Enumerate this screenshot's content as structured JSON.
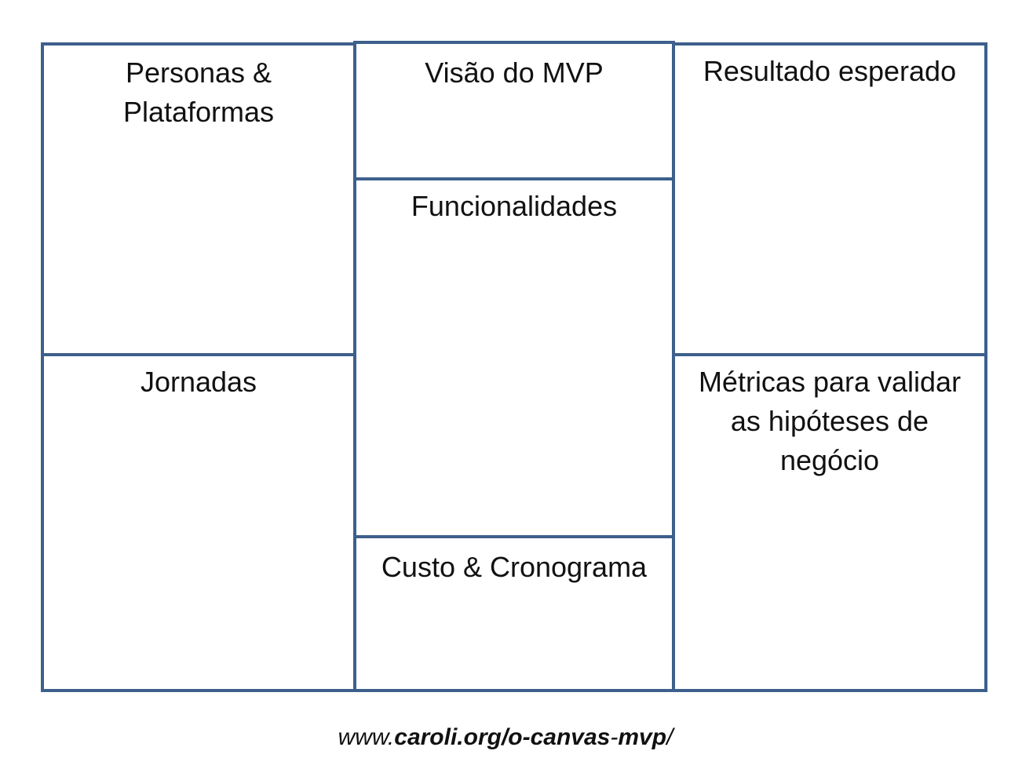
{
  "blocks": {
    "personas": {
      "lines": [
        "Personas &",
        "Plataformas"
      ]
    },
    "jornadas": {
      "lines": [
        "Jornadas"
      ]
    },
    "visao": {
      "lines": [
        "Visão do MVP"
      ]
    },
    "funcionalidades": {
      "lines": [
        "Funcionalidades"
      ]
    },
    "custo": {
      "lines": [
        "Custo & Cronograma"
      ]
    },
    "resultado": {
      "lines": [
        "Resultado esperado"
      ]
    },
    "metricas": {
      "lines": [
        "Métricas para validar",
        "as hipóteses de",
        "negócio"
      ]
    }
  },
  "footer": {
    "prefix": "www.",
    "domain": "caroli.org/o-canvas",
    "dash": "-",
    "path": "mvp",
    "suffix": "/"
  },
  "colors": {
    "border": "#3d5f8c",
    "text": "#111111",
    "background": "#ffffff"
  }
}
